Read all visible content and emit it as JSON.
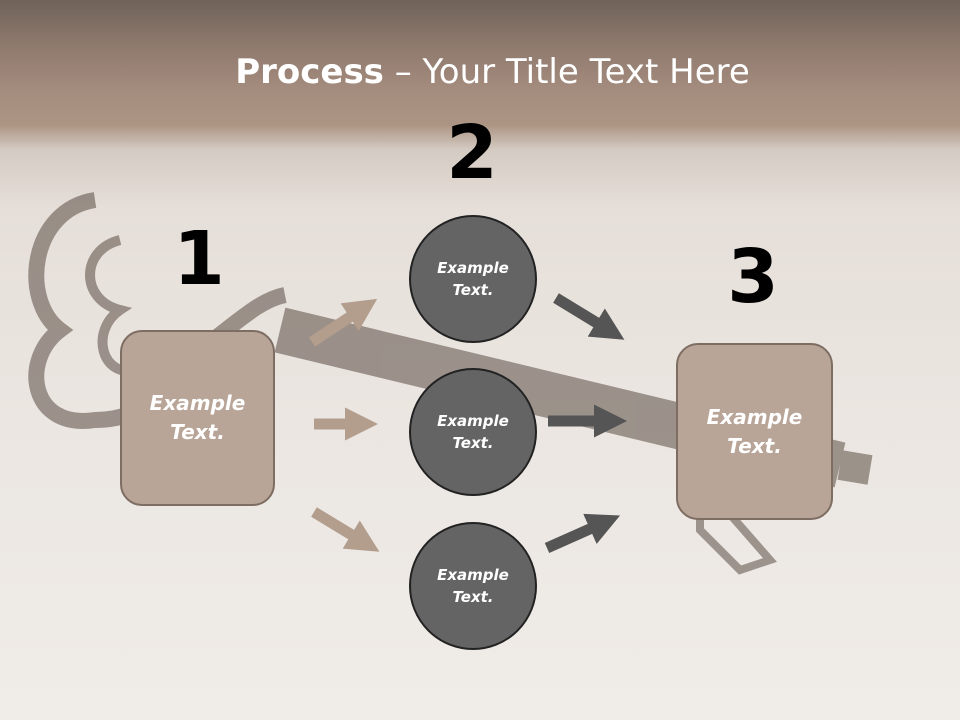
{
  "title": {
    "bold": "Process",
    "rest": " – Your Title Text Here"
  },
  "steps": {
    "one": {
      "number": "1",
      "text": "Example Text."
    },
    "two": {
      "number": "2",
      "items": [
        "Example Text.",
        "Example Text.",
        "Example Text."
      ]
    },
    "three": {
      "number": "3",
      "text": "Example Text."
    }
  },
  "colors": {
    "box_fill": "#b8a597",
    "circle_fill": "#646464",
    "arrow_light": "#b39d8d",
    "arrow_dark": "#555555"
  }
}
